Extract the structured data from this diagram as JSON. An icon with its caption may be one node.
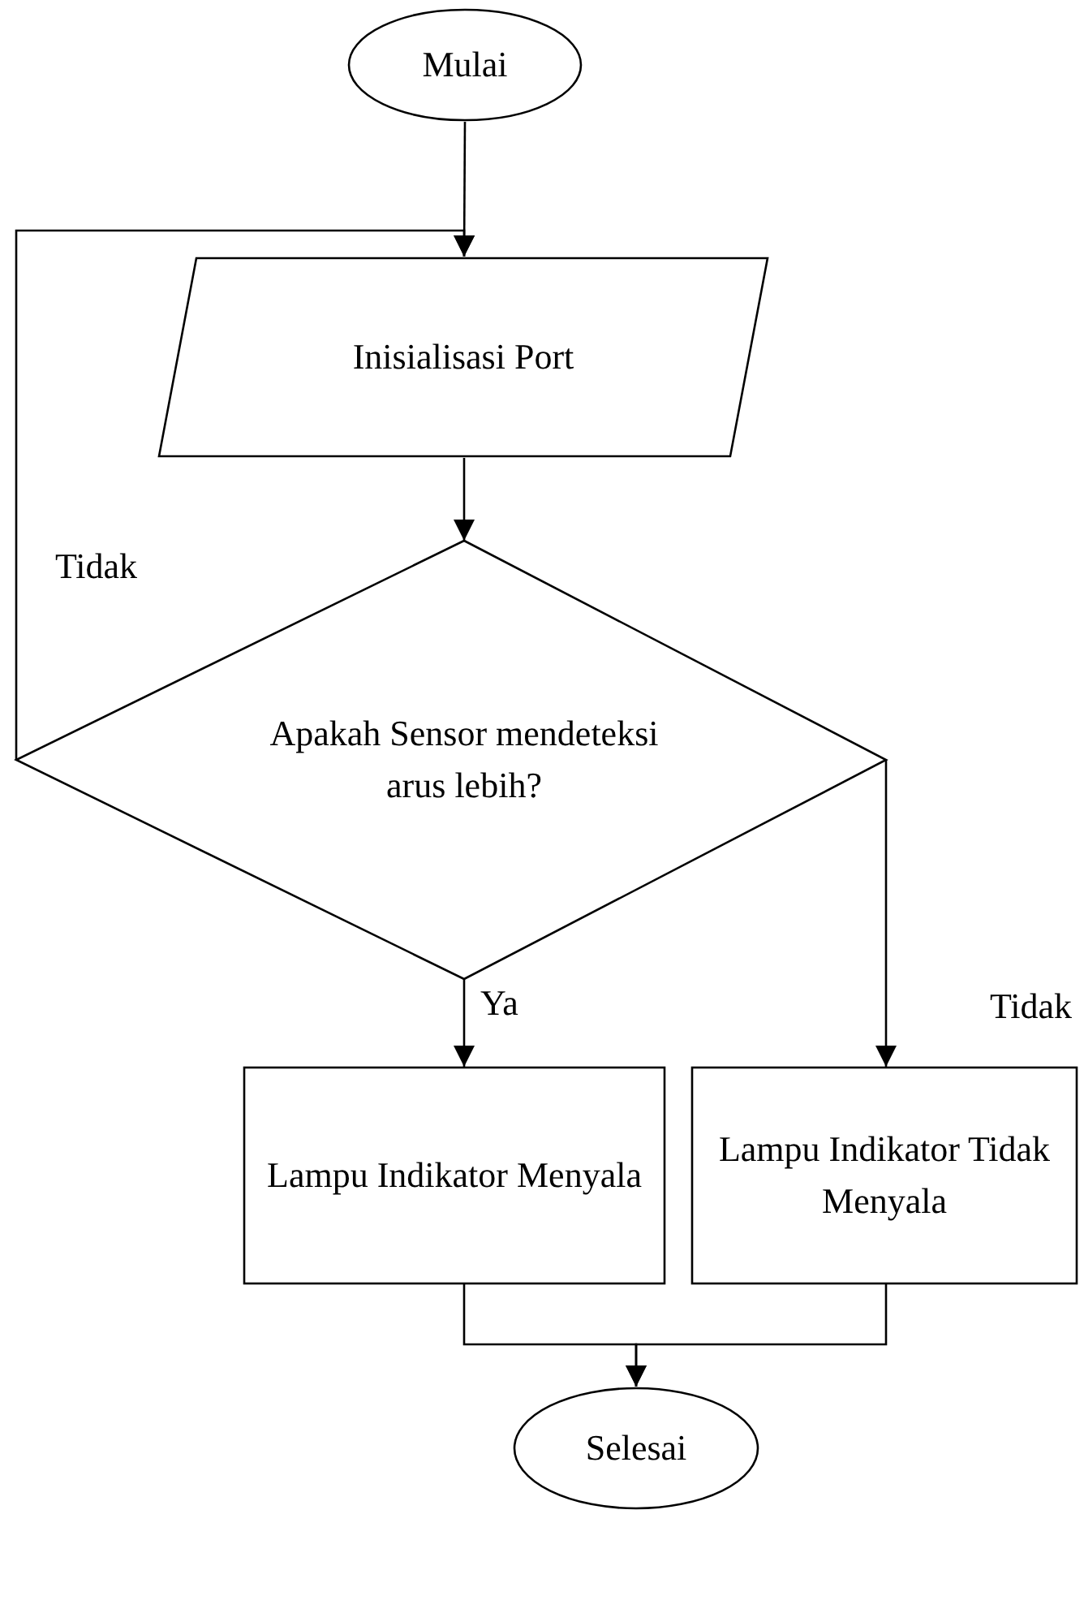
{
  "diagram": {
    "nodes": [
      {
        "text": [
          "Mulai"
        ]
      },
      {
        "text": [
          "Inisialisasi Port"
        ]
      },
      {
        "text": [
          "Apakah Sensor mendeteksi arus lebih?"
        ]
      },
      {
        "text": [
          "Lampu Indikator Menyala"
        ]
      },
      {
        "text": [
          "Lampu Indikator Tidak Menyala"
        ]
      },
      {
        "text": [
          "Selesai"
        ]
      }
    ],
    "edges": [
      {
        "from": 0,
        "to": 1,
        "arrow": "to"
      },
      {
        "from": 1,
        "to": 2,
        "arrow": "to"
      },
      {
        "from": 2,
        "to": 3,
        "arrow": "to",
        "label": "Ya"
      },
      {
        "from": 2,
        "to": 4,
        "arrow": "to",
        "label": "Tidak"
      },
      {
        "from": 2,
        "to": 1,
        "arrow": "to",
        "label": "Tidak"
      },
      {
        "from": 3,
        "to": 5,
        "arrow": "to"
      },
      {
        "from": 4,
        "to": 5,
        "arrow": "to"
      }
    ]
  }
}
